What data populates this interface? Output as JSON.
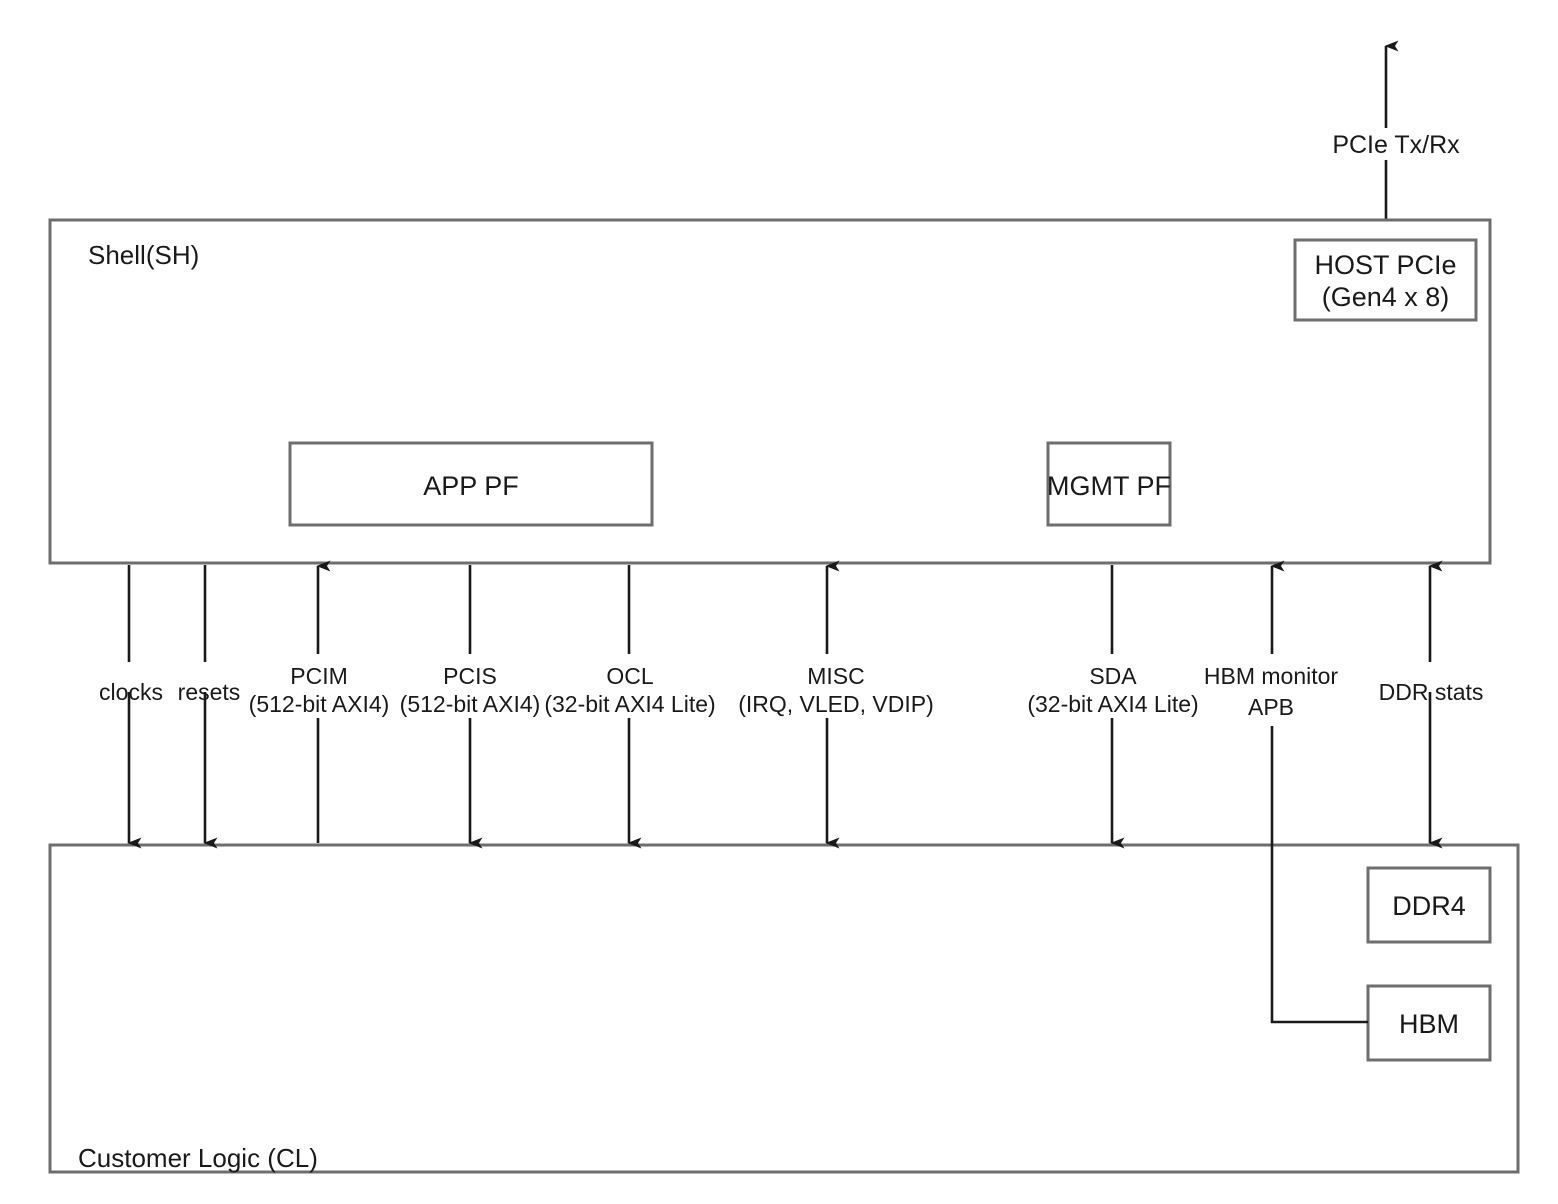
{
  "diagram": {
    "title": "AWS F2 Shell / Customer Logic Interface Block Diagram",
    "colors": {
      "box_stroke": "#6e6e6e",
      "line": "#1a1a1a",
      "text": "#1a1a1a",
      "background": "#ffffff"
    }
  },
  "external": {
    "pcie_link_label": "PCIe Tx/Rx"
  },
  "shell": {
    "label": "Shell(SH)",
    "blocks": [
      {
        "id": "host-pcie",
        "label_line1": "HOST PCIe",
        "label_line2": "(Gen4 x 8)"
      },
      {
        "id": "app-pf",
        "label": "APP PF"
      },
      {
        "id": "mgmt-pf",
        "label": "MGMT PF"
      }
    ]
  },
  "customer_logic": {
    "label": "Customer Logic (CL)",
    "blocks": [
      {
        "id": "ddr4",
        "label": "DDR4"
      },
      {
        "id": "hbm",
        "label": "HBM"
      }
    ]
  },
  "interfaces": [
    {
      "id": "clocks",
      "name": "clocks",
      "spec": "",
      "direction": "sh-to-cl"
    },
    {
      "id": "resets",
      "name": "resets",
      "spec": "",
      "direction": "sh-to-cl"
    },
    {
      "id": "pcim",
      "name": "PCIM",
      "spec": "(512-bit AXI4)",
      "direction": "cl-to-sh"
    },
    {
      "id": "pcis",
      "name": "PCIS",
      "spec": "(512-bit AXI4)",
      "direction": "sh-to-cl"
    },
    {
      "id": "ocl",
      "name": "OCL",
      "spec": "(32-bit AXI4 Lite)",
      "direction": "sh-to-cl"
    },
    {
      "id": "misc",
      "name": "MISC",
      "spec": "(IRQ, VLED, VDIP)",
      "direction": "bidirectional"
    },
    {
      "id": "sda",
      "name": "SDA",
      "spec": "(32-bit AXI4 Lite)",
      "direction": "sh-to-cl"
    },
    {
      "id": "hbm-monitor",
      "name": "HBM monitor",
      "spec": "APB",
      "direction": "cl-to-sh"
    },
    {
      "id": "ddr-stats",
      "name": "DDR stats",
      "spec": "",
      "direction": "bidirectional"
    }
  ]
}
